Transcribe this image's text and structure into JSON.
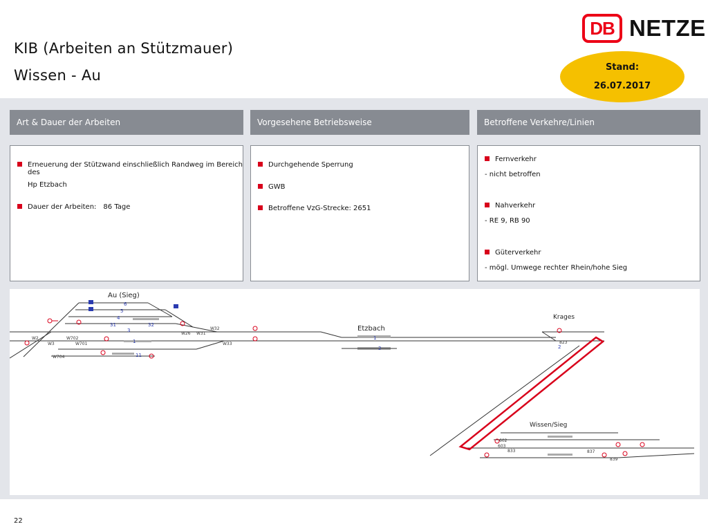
{
  "header": {
    "title_line1": "KIB (Arbeiten an Stützmauer)",
    "title_line2": "Wissen - Au",
    "logo_db": "DB",
    "logo_netze": "NETZE",
    "stand_label": "Stand:",
    "stand_date": "26.07.2017"
  },
  "columns": [
    {
      "heading": "Art & Dauer der Arbeiten"
    },
    {
      "heading": "Vorgesehene Betriebsweise"
    },
    {
      "heading": "Betroffene Verkehre/Linien"
    }
  ],
  "col1": {
    "item1_line1": "Erneuerung der Stützwand einschließlich Randweg im Bereich des",
    "item1_line2": "Hp Etzbach",
    "item2_label": "Dauer der Arbeiten:",
    "item2_value": "86 Tage"
  },
  "col2": {
    "item1": "Durchgehende Sperrung",
    "item2": "GWB",
    "item3": "Betroffene VzG-Strecke: 2651"
  },
  "col3": {
    "fern_label": "Fernverkehr",
    "fern_detail": "- nicht betroffen",
    "nah_label": "Nahverkehr",
    "nah_detail": "- RE 9, RB 90",
    "gueter_label": "Güterverkehr",
    "gueter_detail": "- mögl. Umwege rechter Rhein/hohe Sieg"
  },
  "diagram": {
    "station_au": "Au (Sieg)",
    "station_etzbach": "Etzbach",
    "station_krages": "Krages",
    "station_wissen": "Wissen/Sieg",
    "track_1": "1",
    "track_2": "2",
    "track_labels": [
      "6",
      "5",
      "4",
      "31",
      "3",
      "32",
      "1",
      "11"
    ],
    "switch_labels": [
      "W2",
      "W3",
      "W702",
      "W701",
      "W704",
      "W32",
      "W31",
      "W33",
      "W26",
      "823",
      "603",
      "602",
      "837",
      "839",
      "833"
    ],
    "signal_color": "#d8001b",
    "sperrung_color": "#d8001b"
  },
  "footer": {
    "page_number": "22"
  }
}
